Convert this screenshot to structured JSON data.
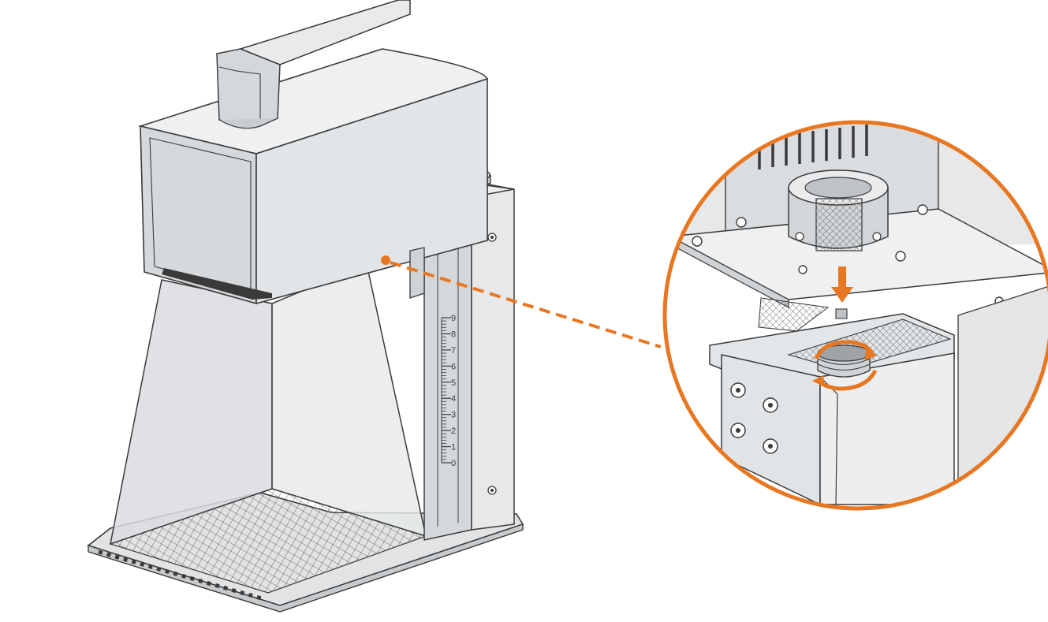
{
  "colors": {
    "line": "#3a3a3a",
    "body_light": "#e4e6e8",
    "body_mid": "#d3d6d9",
    "body_dark": "#bfc3c7",
    "accent": "#e87722"
  },
  "scale": {
    "labels": [
      "9",
      "8",
      "7",
      "6",
      "5",
      "4",
      "3",
      "2",
      "1",
      "0"
    ]
  },
  "icons": {
    "push_arrow": "arrow-down-icon",
    "rotate_arrows": "rotate-icon"
  }
}
